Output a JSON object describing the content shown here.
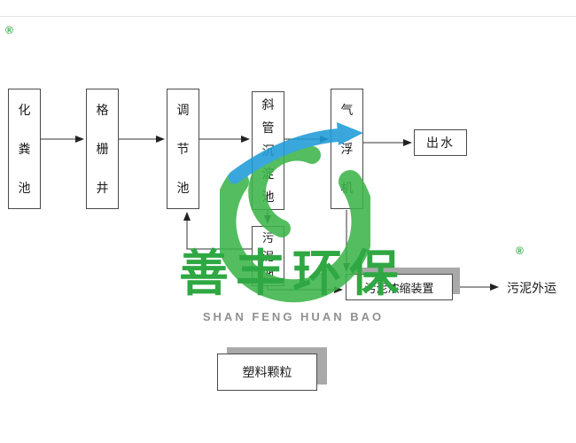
{
  "diagram": {
    "boxes": [
      {
        "name": "septic-tank",
        "label": "化粪池"
      },
      {
        "name": "screen-well",
        "label": "格栅井"
      },
      {
        "name": "equalization-tank",
        "label": "调节池"
      },
      {
        "name": "inclined-tube-settling-tank",
        "label": "斜管沉淀池"
      },
      {
        "name": "air-flotation-machine",
        "label": "气浮机"
      },
      {
        "name": "effluent-outlet",
        "label": "出水"
      },
      {
        "name": "sludge-tank",
        "label": "污泥池"
      },
      {
        "name": "sludge-thickening-unit",
        "label": "污泥浓缩装置"
      },
      {
        "name": "plastic-granules",
        "label": "塑料颗粒"
      }
    ],
    "labels": {
      "sludge_out": "污泥外运"
    }
  },
  "watermark": {
    "brand_cn": "善丰环保",
    "brand_en": "SHAN FENG HUAN BAO",
    "registered_glyph": "®",
    "colors": {
      "green": "#2fa843",
      "blue": "#1e9cd7",
      "latin_gray": "#909090"
    }
  }
}
